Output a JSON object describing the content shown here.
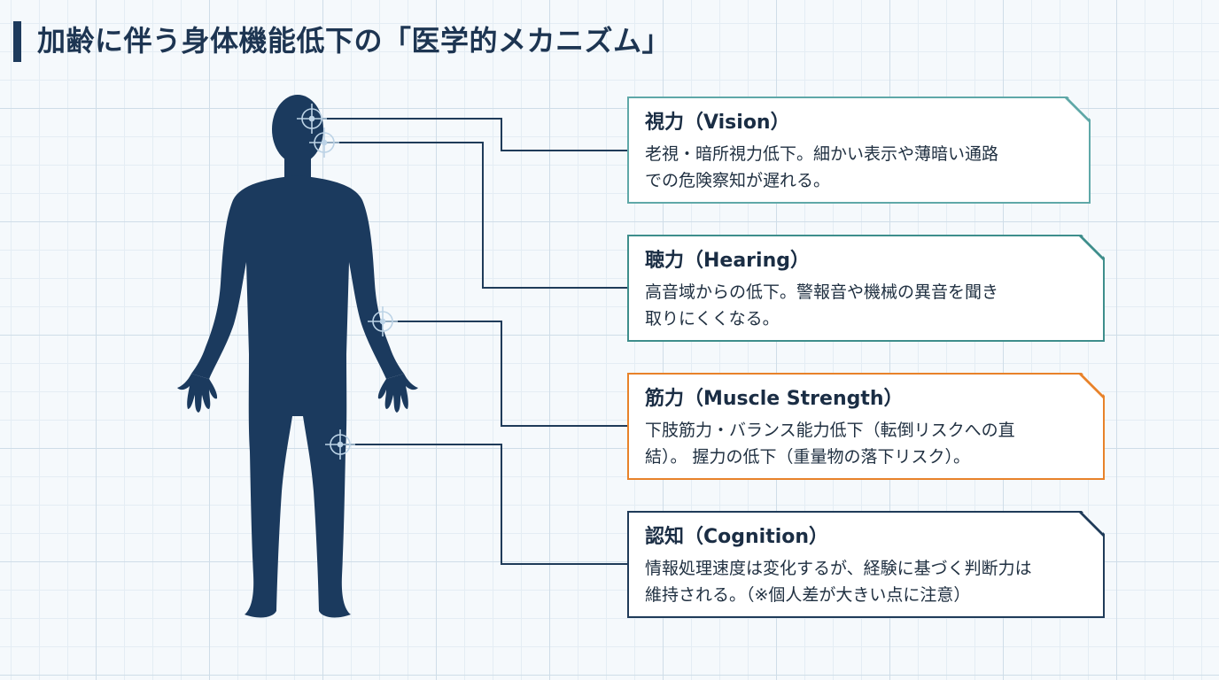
{
  "title": "加齢に伴う身体機能低下の「医学的メカニズム」",
  "colors": {
    "background": "#f5f9fc",
    "grid": "#cfdde8",
    "accent": "#1d3a5c",
    "figure": "#1b3a5e",
    "connector": "#1f3b59",
    "vision_border": "#5fa8a8",
    "hearing_border": "#3e8e8c",
    "muscle_border": "#e8822a",
    "cognition_border": "#1f3b59"
  },
  "cards": [
    {
      "id": "vision",
      "title": "視力（Vision）",
      "description": "老視・暗所視力低下。細かい表示や薄暗い通路\nでの危険察知が遅れる。",
      "border_color": "#5fa8a8"
    },
    {
      "id": "hearing",
      "title": "聴力（Hearing）",
      "description": "高音域からの低下。警報音や機械の異音を聞き\n取りにくくなる。",
      "border_color": "#3e8e8c"
    },
    {
      "id": "muscle",
      "title": "筋力（Muscle Strength）",
      "description": "下肢筋力・バランス能力低下（転倒リスクへの直\n結）。 握力の低下（重量物の落下リスク）。",
      "border_color": "#e8822a"
    },
    {
      "id": "cognition",
      "title": "認知（Cognition）",
      "description": "情報処理速度は変化するが、経験に基づく判断力は\n維持される。（※個人差が大きい点に注意）",
      "border_color": "#1f3b59"
    }
  ],
  "icons": {
    "target_marker": "crosshair-icon"
  }
}
